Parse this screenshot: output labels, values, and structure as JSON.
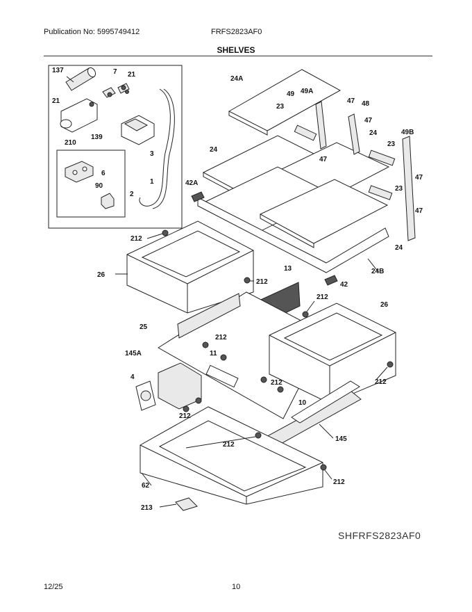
{
  "header": {
    "publication": "Publication No: 5995749412",
    "model": "FRFS2823AF0"
  },
  "section_title": "SHELVES",
  "drawing_code": "SHFRFS2823AF0",
  "footer": {
    "date": "12/25",
    "page": "10"
  },
  "parts": {
    "p137": "137",
    "p7": "7",
    "p21a": "21",
    "p21b": "21",
    "p139": "139",
    "p210": "210",
    "p3": "3",
    "p6": "6",
    "p90": "90",
    "p2": "2",
    "p1": "1",
    "p24A": "24A",
    "p49": "49",
    "p49A": "49A",
    "p47a": "47",
    "p48": "48",
    "p23a": "23",
    "p47b": "47",
    "p24a": "24",
    "p49B": "49B",
    "p47c": "47",
    "p24b": "24",
    "p23b": "23",
    "p42A": "42A",
    "p23c": "23",
    "p47d": "47",
    "p47e": "47",
    "p24c": "24",
    "p212a": "212",
    "p24B": "24B",
    "p13": "13",
    "p26a": "26",
    "p212b": "212",
    "p42": "42",
    "p212c": "212",
    "p26b": "26",
    "p25": "25",
    "p212d": "212",
    "p145A": "145A",
    "p11": "11",
    "p4": "4",
    "p212e": "212",
    "p212f": "212",
    "p10": "10",
    "p212g": "212",
    "p145": "145",
    "p212h": "212",
    "p212i": "212",
    "p62": "62",
    "p213": "213"
  },
  "icons": {
    "inset_box": "water-filter-inset",
    "screw": "screw-icon"
  }
}
